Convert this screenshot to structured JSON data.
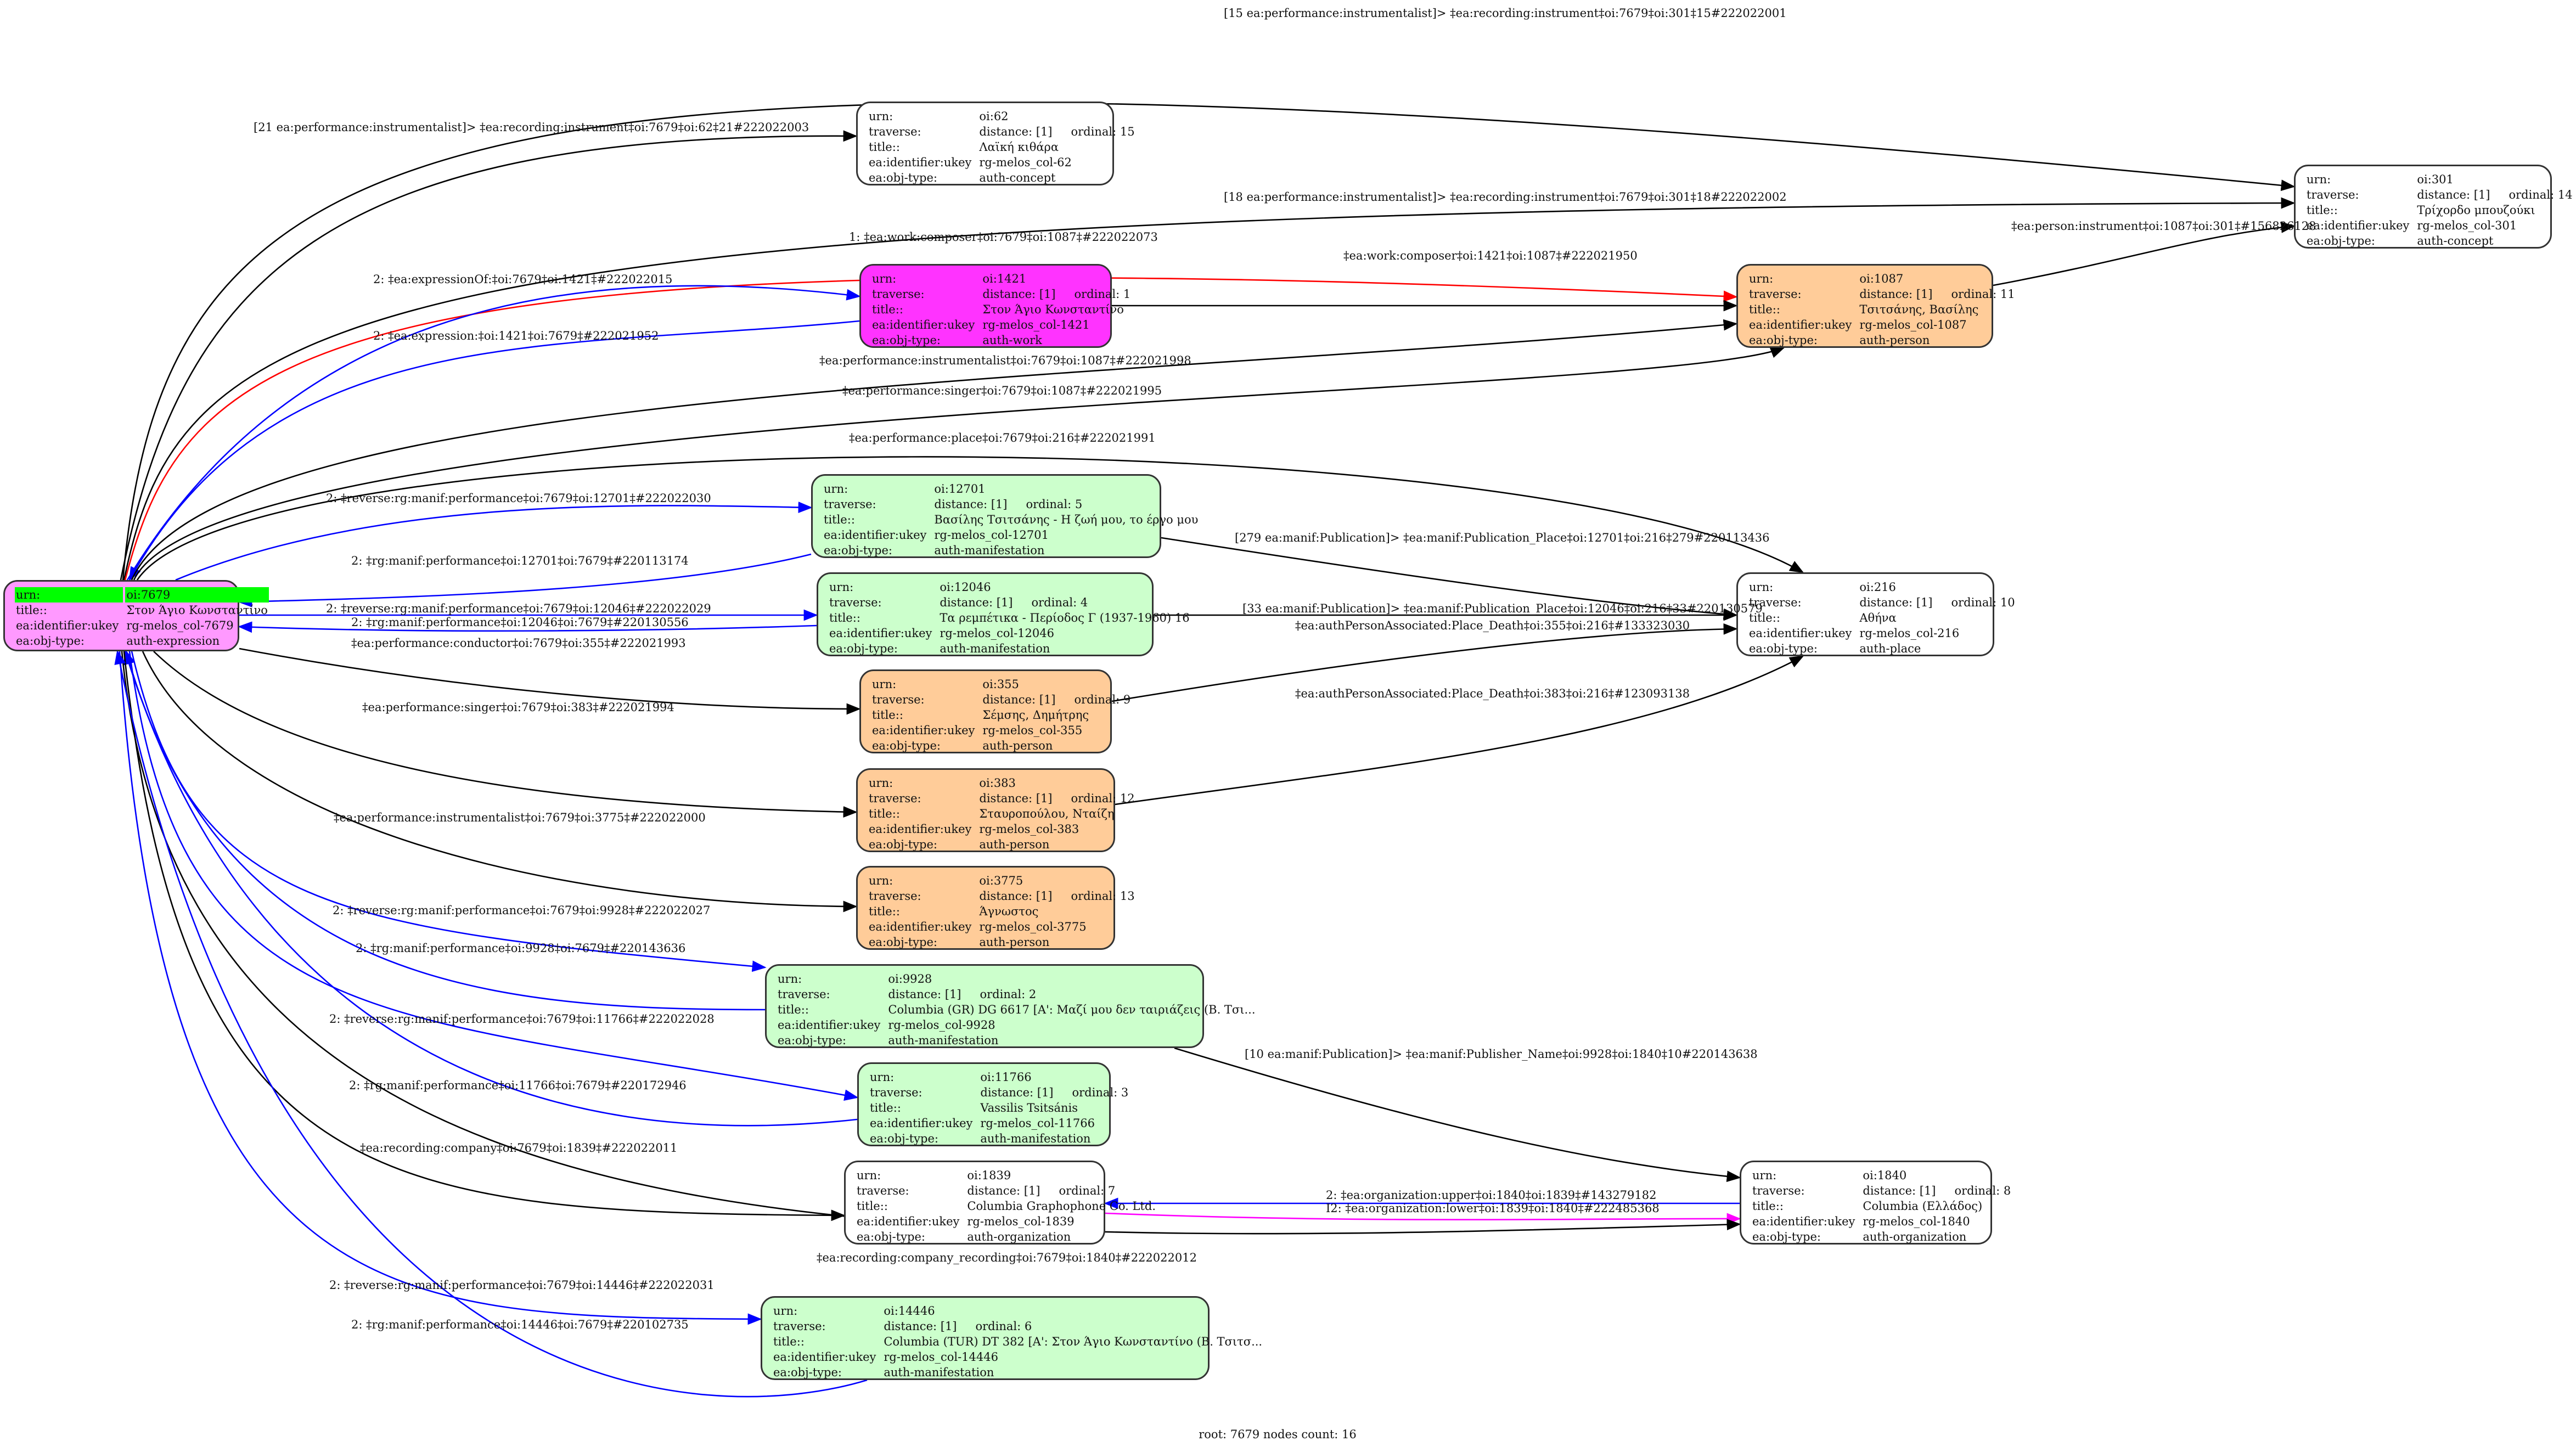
{
  "field_labels": {
    "urn": "urn:",
    "traverse": "traverse:",
    "title": "title::",
    "ukey": "ea:identifier:ukey",
    "objtype": "ea:obj-type:"
  },
  "colors": {
    "root": "#ff99ff",
    "root_highlight": "#00ff00",
    "work": "#ff33ff",
    "person": "#ffcc99",
    "manifestation": "#ccffcc",
    "plain": "#ffffff",
    "edge_default": "#000000",
    "edge_blue": "#0000ff",
    "edge_red": "#ff0000",
    "edge_magenta": "#ff00ff"
  },
  "nodes": [
    {
      "id": "7679",
      "urn": "oi:7679",
      "traverse": null,
      "title": "Στον Άγιο Κωνσταντίνο",
      "ukey": "rg-melos_col-7679",
      "objtype": "auth-expression",
      "fill": "root",
      "root": true
    },
    {
      "id": "62",
      "urn": "oi:62",
      "traverse": {
        "distance": "distance: [1]",
        "ordinal": "ordinal: 15"
      },
      "title": "Λαϊκή κιθάρα",
      "ukey": "rg-melos_col-62",
      "objtype": "auth-concept",
      "fill": "plain"
    },
    {
      "id": "301",
      "urn": "oi:301",
      "traverse": {
        "distance": "distance: [1]",
        "ordinal": "ordinal: 14"
      },
      "title": "Τρίχορδο μπουζούκι",
      "ukey": "rg-melos_col-301",
      "objtype": "auth-concept",
      "fill": "plain"
    },
    {
      "id": "1421",
      "urn": "oi:1421",
      "traverse": {
        "distance": "distance: [1]",
        "ordinal": "ordinal: 1"
      },
      "title": "Στον Άγιο Κωνσταντίνο",
      "ukey": "rg-melos_col-1421",
      "objtype": "auth-work",
      "fill": "work"
    },
    {
      "id": "1087",
      "urn": "oi:1087",
      "traverse": {
        "distance": "distance: [1]",
        "ordinal": "ordinal: 11"
      },
      "title": "Τσιτσάνης, Βασίλης",
      "ukey": "rg-melos_col-1087",
      "objtype": "auth-person",
      "fill": "person"
    },
    {
      "id": "12701",
      "urn": "oi:12701",
      "traverse": {
        "distance": "distance: [1]",
        "ordinal": "ordinal: 5"
      },
      "title": "Βασίλης Τσιτσάνης - Η ζωή μου, το έργο μου",
      "ukey": "rg-melos_col-12701",
      "objtype": "auth-manifestation",
      "fill": "manifestation"
    },
    {
      "id": "12046",
      "urn": "oi:12046",
      "traverse": {
        "distance": "distance: [1]",
        "ordinal": "ordinal: 4"
      },
      "title": "Τα ρεμπέτικα - Περίοδος Γ (1937-1960) 16",
      "ukey": "rg-melos_col-12046",
      "objtype": "auth-manifestation",
      "fill": "manifestation"
    },
    {
      "id": "216",
      "urn": "oi:216",
      "traverse": {
        "distance": "distance: [1]",
        "ordinal": "ordinal: 10"
      },
      "title": "Αθήνα",
      "ukey": "rg-melos_col-216",
      "objtype": "auth-place",
      "fill": "plain"
    },
    {
      "id": "355",
      "urn": "oi:355",
      "traverse": {
        "distance": "distance: [1]",
        "ordinal": "ordinal: 9"
      },
      "title": "Σέμσης, Δημήτρης",
      "ukey": "rg-melos_col-355",
      "objtype": "auth-person",
      "fill": "person"
    },
    {
      "id": "383",
      "urn": "oi:383",
      "traverse": {
        "distance": "distance: [1]",
        "ordinal": "ordinal: 12"
      },
      "title": "Σταυροπούλου, Νταίζη",
      "ukey": "rg-melos_col-383",
      "objtype": "auth-person",
      "fill": "person"
    },
    {
      "id": "3775",
      "urn": "oi:3775",
      "traverse": {
        "distance": "distance: [1]",
        "ordinal": "ordinal: 13"
      },
      "title": "Άγνωστος",
      "ukey": "rg-melos_col-3775",
      "objtype": "auth-person",
      "fill": "person"
    },
    {
      "id": "9928",
      "urn": "oi:9928",
      "traverse": {
        "distance": "distance: [1]",
        "ordinal": "ordinal: 2"
      },
      "title": "Columbia (GR) DG 6617 [A': Μαζί μου δεν ταιριάζεις (B. Τσι...",
      "ukey": "rg-melos_col-9928",
      "objtype": "auth-manifestation",
      "fill": "manifestation"
    },
    {
      "id": "11766",
      "urn": "oi:11766",
      "traverse": {
        "distance": "distance: [1]",
        "ordinal": "ordinal: 3"
      },
      "title": "Vassilis Tsitsánis",
      "ukey": "rg-melos_col-11766",
      "objtype": "auth-manifestation",
      "fill": "manifestation"
    },
    {
      "id": "1839",
      "urn": "oi:1839",
      "traverse": {
        "distance": "distance: [1]",
        "ordinal": "ordinal: 7"
      },
      "title": "Columbia Graphophone Co. Ltd.",
      "ukey": "rg-melos_col-1839",
      "objtype": "auth-organization",
      "fill": "plain"
    },
    {
      "id": "1840",
      "urn": "oi:1840",
      "traverse": {
        "distance": "distance: [1]",
        "ordinal": "ordinal: 8"
      },
      "title": "Columbia (Ελλάδος)",
      "ukey": "rg-melos_col-1840",
      "objtype": "auth-organization",
      "fill": "plain"
    },
    {
      "id": "14446",
      "urn": "oi:14446",
      "traverse": {
        "distance": "distance: [1]",
        "ordinal": "ordinal: 6"
      },
      "title": "Columbia (TUR) DT 382 [A': Στον Άγιο Κωνσταντίνο (B. Τσιτσ...",
      "ukey": "rg-melos_col-14446",
      "objtype": "auth-manifestation",
      "fill": "manifestation"
    }
  ],
  "edges": [
    {
      "from": "7679",
      "to": "301",
      "color": "edge_default",
      "label": "[15 ea:performance:instrumentalist]> ‡ea:recording:instrument‡oi:7679‡oi:301‡15#222022001"
    },
    {
      "from": "7679",
      "to": "62",
      "color": "edge_default",
      "label": "[21 ea:performance:instrumentalist]> ‡ea:recording:instrument‡oi:7679‡oi:62‡21#222022003"
    },
    {
      "from": "7679",
      "to": "301",
      "color": "edge_default",
      "label": "[18 ea:performance:instrumentalist]> ‡ea:recording:instrument‡oi:7679‡oi:301‡18#222022002"
    },
    {
      "from": "7679",
      "to": "1087",
      "color": "edge_red",
      "label": "1: ‡ea:work:composer‡oi:7679‡oi:1087‡#222022073"
    },
    {
      "from": "7679",
      "to": "1421",
      "color": "edge_blue",
      "label": "2: ‡ea:expressionOf:‡oi:7679‡oi:1421‡#222022015"
    },
    {
      "from": "1421",
      "to": "7679",
      "color": "edge_blue",
      "label": "2: ‡ea:expression:‡oi:1421‡oi:7679‡#222021952"
    },
    {
      "from": "1421",
      "to": "1087",
      "color": "edge_default",
      "label": "‡ea:work:composer‡oi:1421‡oi:1087‡#222021950"
    },
    {
      "from": "1087",
      "to": "301",
      "color": "edge_default",
      "label": "‡ea:person:instrument‡oi:1087‡oi:301‡#156826128"
    },
    {
      "from": "7679",
      "to": "1087",
      "color": "edge_default",
      "label": "‡ea:performance:instrumentalist‡oi:7679‡oi:1087‡#222021998"
    },
    {
      "from": "7679",
      "to": "1087",
      "color": "edge_default",
      "label": "‡ea:performance:singer‡oi:7679‡oi:1087‡#222021995"
    },
    {
      "from": "7679",
      "to": "216",
      "color": "edge_default",
      "label": "‡ea:performance:place‡oi:7679‡oi:216‡#222021991"
    },
    {
      "from": "7679",
      "to": "12701",
      "color": "edge_blue",
      "label": "2: ‡reverse:rg:manif:performance‡oi:7679‡oi:12701‡#222022030"
    },
    {
      "from": "12701",
      "to": "7679",
      "color": "edge_blue",
      "label": "2: ‡rg:manif:performance‡oi:12701‡oi:7679‡#220113174"
    },
    {
      "from": "12701",
      "to": "216",
      "color": "edge_default",
      "label": "[279 ea:manif:Publication]> ‡ea:manif:Publication_Place‡oi:12701‡oi:216‡279#220113436"
    },
    {
      "from": "7679",
      "to": "12046",
      "color": "edge_blue",
      "label": "2: ‡reverse:rg:manif:performance‡oi:7679‡oi:12046‡#222022029"
    },
    {
      "from": "12046",
      "to": "7679",
      "color": "edge_blue",
      "label": "2: ‡rg:manif:performance‡oi:12046‡oi:7679‡#220130556"
    },
    {
      "from": "12046",
      "to": "216",
      "color": "edge_default",
      "label": "[33 ea:manif:Publication]> ‡ea:manif:Publication_Place‡oi:12046‡oi:216‡33#220130579"
    },
    {
      "from": "355",
      "to": "216",
      "color": "edge_default",
      "label": "‡ea:authPersonAssociated:Place_Death‡oi:355‡oi:216‡#133323030"
    },
    {
      "from": "7679",
      "to": "355",
      "color": "edge_default",
      "label": "‡ea:performance:conductor‡oi:7679‡oi:355‡#222021993"
    },
    {
      "from": "383",
      "to": "216",
      "color": "edge_default",
      "label": "‡ea:authPersonAssociated:Place_Death‡oi:383‡oi:216‡#123093138"
    },
    {
      "from": "7679",
      "to": "383",
      "color": "edge_default",
      "label": "‡ea:performance:singer‡oi:7679‡oi:383‡#222021994"
    },
    {
      "from": "7679",
      "to": "3775",
      "color": "edge_default",
      "label": "‡ea:performance:instrumentalist‡oi:7679‡oi:3775‡#222022000"
    },
    {
      "from": "7679",
      "to": "9928",
      "color": "edge_blue",
      "label": "2: ‡reverse:rg:manif:performance‡oi:7679‡oi:9928‡#222022027"
    },
    {
      "from": "9928",
      "to": "7679",
      "color": "edge_blue",
      "label": "2: ‡rg:manif:performance‡oi:9928‡oi:7679‡#220143636"
    },
    {
      "from": "9928",
      "to": "1840",
      "color": "edge_default",
      "label": "[10 ea:manif:Publication]> ‡ea:manif:Publisher_Name‡oi:9928‡oi:1840‡10#220143638"
    },
    {
      "from": "7679",
      "to": "11766",
      "color": "edge_blue",
      "label": "2: ‡reverse:rg:manif:performance‡oi:7679‡oi:11766‡#222022028"
    },
    {
      "from": "11766",
      "to": "7679",
      "color": "edge_blue",
      "label": "2: ‡rg:manif:performance‡oi:11766‡oi:7679‡#220172946"
    },
    {
      "from": "7679",
      "to": "1839",
      "color": "edge_default",
      "label": "‡ea:recording:company‡oi:7679‡oi:1839‡#222022011"
    },
    {
      "from": "1840",
      "to": "1839",
      "color": "edge_blue",
      "label": "2: ‡ea:organization:upper‡oi:1840‡oi:1839‡#143279182"
    },
    {
      "from": "1839",
      "to": "1840",
      "color": "edge_magenta",
      "label": "I2: ‡ea:organization:lower‡oi:1839‡oi:1840‡#222485368"
    },
    {
      "from": "7679",
      "to": "1840",
      "color": "edge_default",
      "label": "‡ea:recording:company_recording‡oi:7679‡oi:1840‡#222022012"
    },
    {
      "from": "7679",
      "to": "14446",
      "color": "edge_blue",
      "label": "2: ‡reverse:rg:manif:performance‡oi:7679‡oi:14446‡#222022031"
    },
    {
      "from": "14446",
      "to": "7679",
      "color": "edge_blue",
      "label": "2: ‡rg:manif:performance‡oi:14446‡oi:7679‡#220102735"
    }
  ],
  "footer": "root: 7679 nodes count: 16"
}
